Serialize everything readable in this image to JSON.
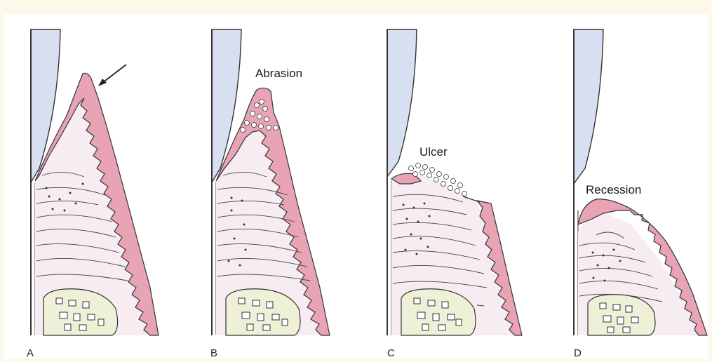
{
  "panels": [
    {
      "letter": "A",
      "label": ""
    },
    {
      "letter": "B",
      "label": "Abrasion"
    },
    {
      "letter": "C",
      "label": "Ulcer"
    },
    {
      "letter": "D",
      "label": "Recession"
    }
  ],
  "colors": {
    "background": "#fdf8e9",
    "tooth": "#d7dff0",
    "gingiva": "#e8a3b5",
    "connective": "#f7ecf1",
    "bone": "#eef0d8"
  }
}
